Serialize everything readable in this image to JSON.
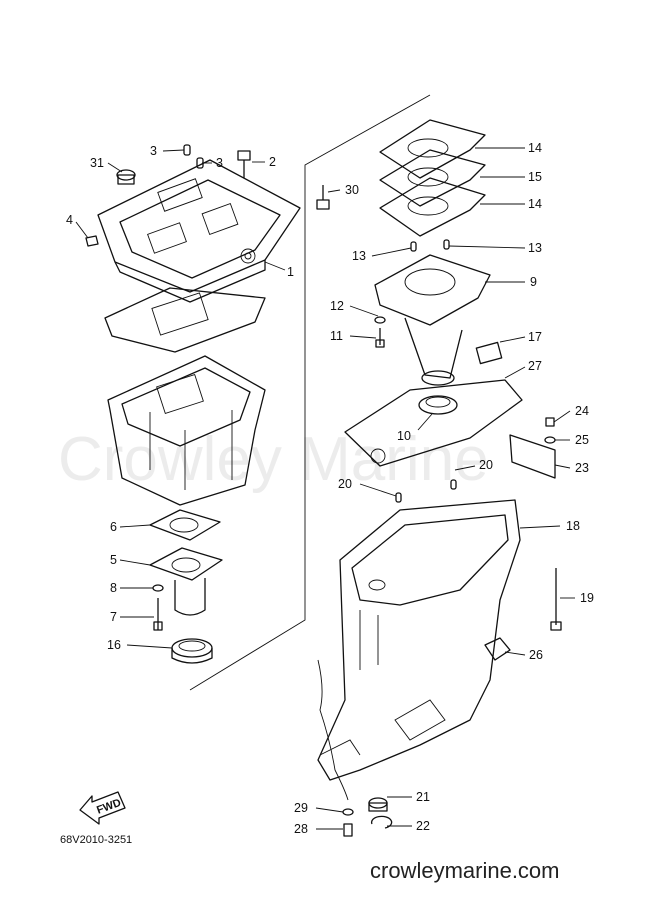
{
  "watermark": "Crowley Marine",
  "diagram_code": "68V2010-3251",
  "site_url": "crowleymarine.com",
  "fwd_label": "FWD",
  "callouts": {
    "p1": "1",
    "p2": "2",
    "p3a": "3",
    "p3b": "3",
    "p4": "4",
    "p5": "5",
    "p6": "6",
    "p7": "7",
    "p8": "8",
    "p9": "9",
    "p10": "10",
    "p11": "11",
    "p12": "12",
    "p13a": "13",
    "p13b": "13",
    "p14a": "14",
    "p14b": "14",
    "p15": "15",
    "p16": "16",
    "p17": "17",
    "p18": "18",
    "p19": "19",
    "p20a": "20",
    "p20b": "20",
    "p21": "21",
    "p22": "22",
    "p23": "23",
    "p24": "24",
    "p25": "25",
    "p26": "26",
    "p27": "27",
    "p28": "28",
    "p29": "29",
    "p30": "30",
    "p31": "31"
  }
}
